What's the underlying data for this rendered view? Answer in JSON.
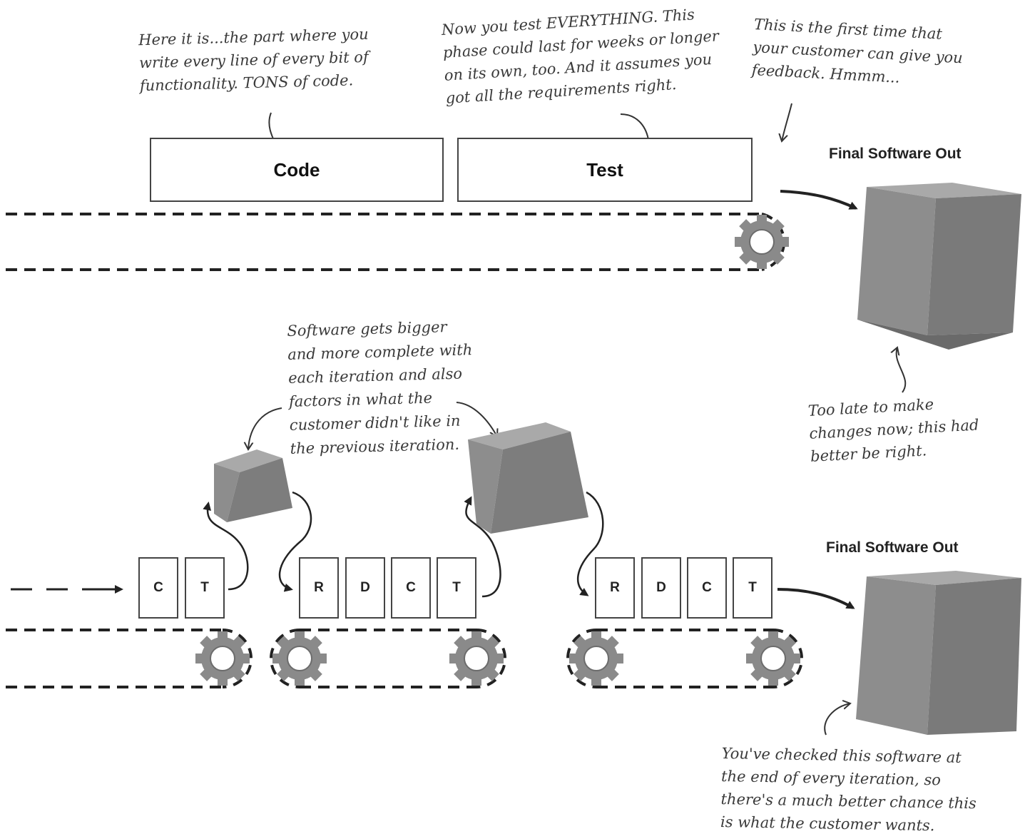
{
  "top": {
    "annotations": {
      "code_note": [
        "Here it is...the part where you",
        "write every line of every bit of",
        "functionality. TONS of code."
      ],
      "test_note": [
        "Now you test EVERYTHING. This",
        "phase could last for weeks or longer",
        "on its own, too. And it assumes you",
        "got all the requirements right."
      ],
      "feedback_note": [
        "This is the first time that",
        "your customer can give you",
        "feedback. Hmmm..."
      ],
      "too_late_note": [
        "Too late to make",
        "changes now; this had",
        "better be right."
      ]
    },
    "phases": {
      "code": "Code",
      "test": "Test"
    },
    "output_label": "Final Software Out"
  },
  "bottom": {
    "annotations": {
      "growth_note": [
        "Software gets bigger",
        "and more complete with",
        "each iteration and also",
        "factors in what the",
        "customer didn't like in",
        "the previous iteration."
      ],
      "checked_note": [
        "You've checked this software at",
        "the end of every iteration, so",
        "there's a much better chance this",
        "is what the customer wants."
      ]
    },
    "iteration_1": [
      "C",
      "T"
    ],
    "iteration_2": [
      "R",
      "D",
      "C",
      "T"
    ],
    "iteration_3": [
      "R",
      "D",
      "C",
      "T"
    ],
    "output_label": "Final Software Out"
  },
  "colors": {
    "box_face": "#8d8d8d",
    "box_side": "#6f6f6f",
    "box_top": "#a9a9a9",
    "ink": "#2b2b2b",
    "gear": "#8a8a8a"
  }
}
